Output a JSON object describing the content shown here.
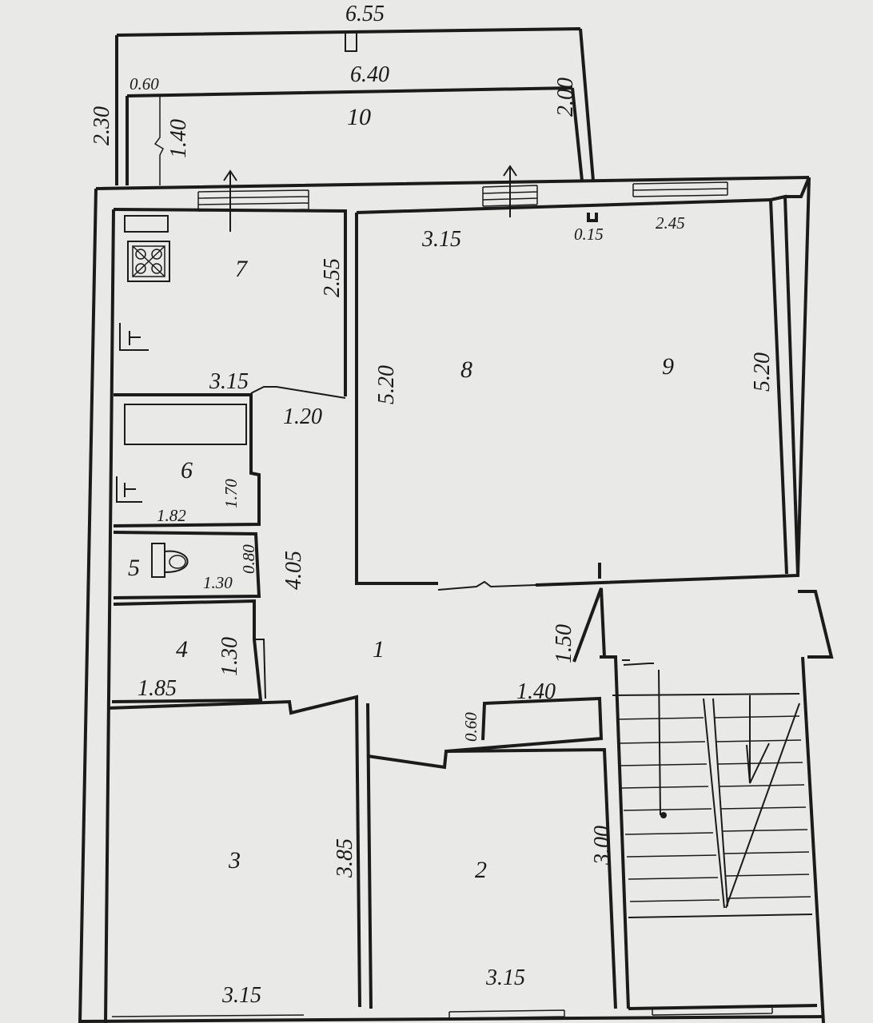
{
  "rooms": [
    {
      "id": "1",
      "label": "1"
    },
    {
      "id": "2",
      "label": "2"
    },
    {
      "id": "3",
      "label": "3"
    },
    {
      "id": "4",
      "label": "4"
    },
    {
      "id": "5",
      "label": "5"
    },
    {
      "id": "6",
      "label": "6"
    },
    {
      "id": "7",
      "label": "7"
    },
    {
      "id": "8",
      "label": "8"
    },
    {
      "id": "9",
      "label": "9"
    },
    {
      "id": "10",
      "label": "10"
    }
  ],
  "dimensions": {
    "balcony_outer_width": "6.55",
    "balcony_inner_width": "6.40",
    "balcony_left_depth": "2.30",
    "balcony_right_depth": "2.00",
    "balcony_nook_width": "0.60",
    "balcony_nook_depth": "1.40",
    "kitchen_depth": "2.55",
    "kitchen_width": "3.15",
    "corridor_top_width": "1.20",
    "room8_width": "3.15",
    "pillar_width": "0.15",
    "room9_width": "2.45",
    "room8_depth": "5.20",
    "room9_depth": "5.20",
    "bath_depth": "1.70",
    "bath_width": "1.82",
    "wc_depth": "0.80",
    "wc_width": "1.30",
    "hall_length": "4.05",
    "store_depth": "1.30",
    "store_width": "1.85",
    "entry_depth": "1.50",
    "closet_width": "1.40",
    "closet_depth": "0.60",
    "room3_depth": "3.85",
    "room2_depth": "3.00",
    "room3_width": "3.15",
    "room2_width": "3.15"
  }
}
